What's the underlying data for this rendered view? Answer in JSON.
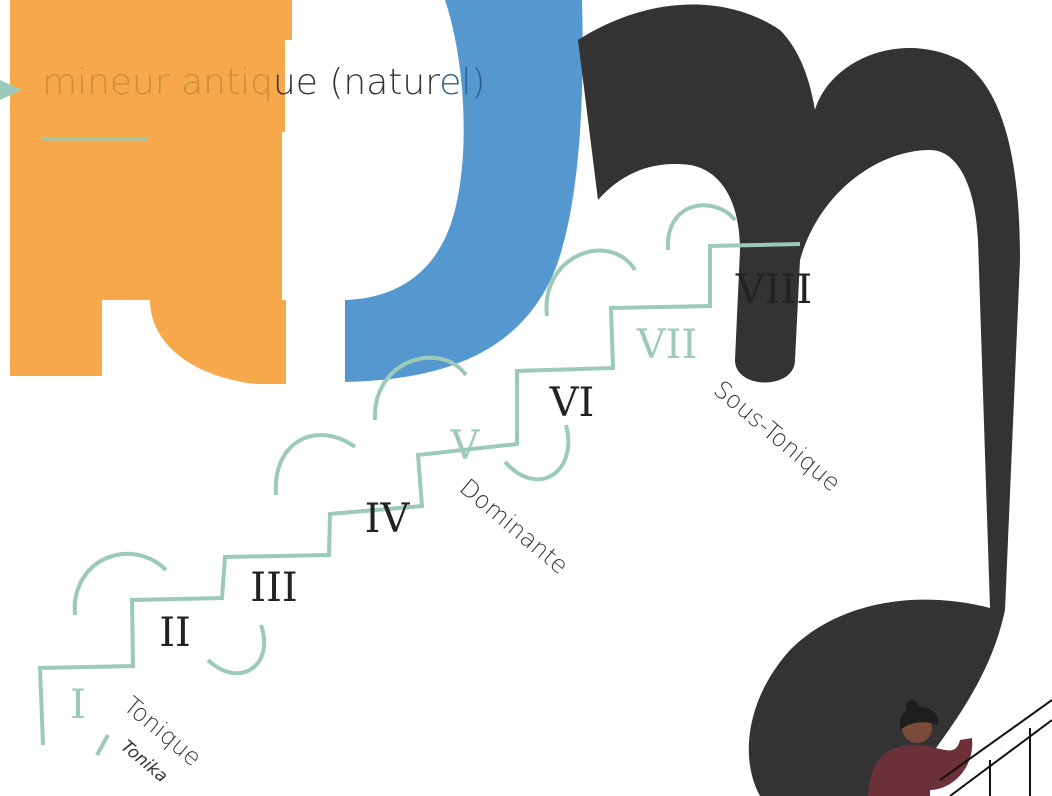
{
  "title": {
    "part_on_orange": "mineur antiq",
    "part_on_white": "ue (natur",
    "part_on_blue": "el)"
  },
  "colors": {
    "orange": "#f7a84a",
    "blue": "#5598d0",
    "dark": "#333333",
    "teal": "#9ccab9"
  },
  "steps": [
    {
      "numeral": "I",
      "highlight": false
    },
    {
      "numeral": "II",
      "highlight": true
    },
    {
      "numeral": "III",
      "highlight": true
    },
    {
      "numeral": "IV",
      "highlight": true
    },
    {
      "numeral": "V",
      "highlight": false
    },
    {
      "numeral": "VI",
      "highlight": true
    },
    {
      "numeral": "VII",
      "highlight": false
    },
    {
      "numeral": "VIII",
      "highlight": true
    }
  ],
  "labels": {
    "tonique": "Tonique",
    "tonika": "Tonika",
    "dominante": "Dominante",
    "sous_tonique": "Sous-Tonique"
  }
}
